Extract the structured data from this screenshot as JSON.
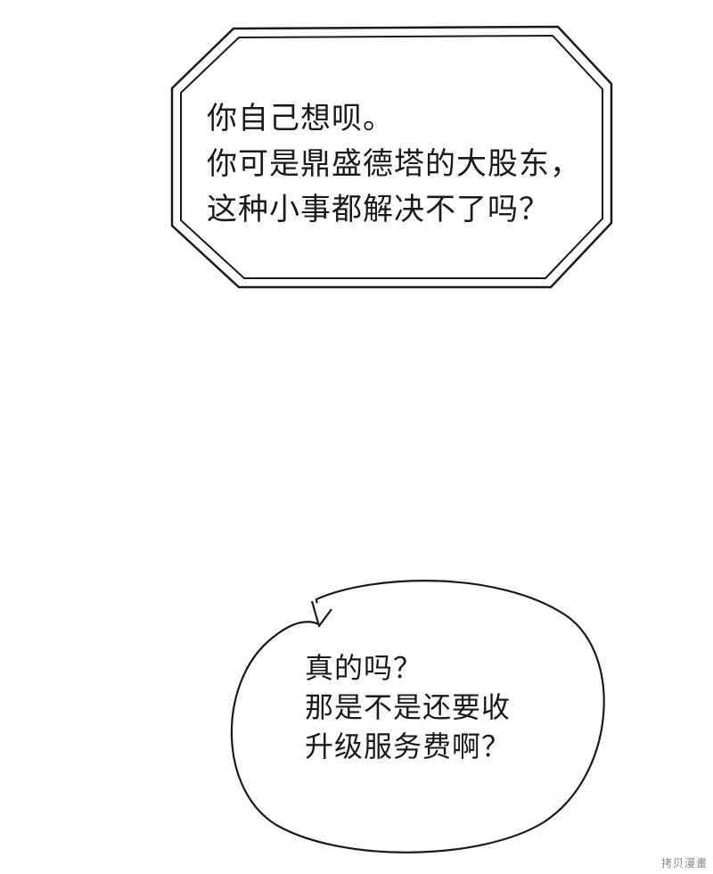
{
  "panel": {
    "background": "#ffffff",
    "ink": "#1a1a1a"
  },
  "bubble_1": {
    "shape": "octagon-double-outline",
    "lines": [
      "你自己想呗。",
      "你可是鼎盛德塔的大股东，",
      "这种小事都解决不了吗？"
    ]
  },
  "bubble_2": {
    "shape": "oval-speech-tail",
    "lines": [
      "真的吗？",
      "那是不是还要收",
      "升级服务费啊？"
    ]
  },
  "watermark": {
    "text": "拷贝漫畫"
  }
}
